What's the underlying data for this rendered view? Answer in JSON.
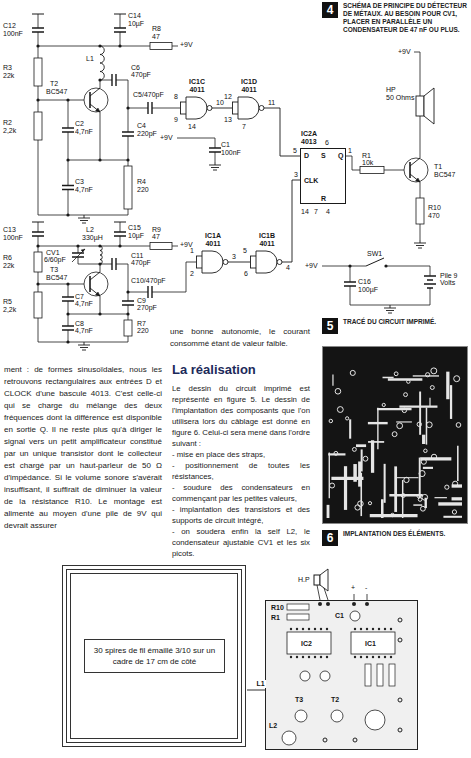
{
  "diagram": {
    "nodes": [
      {
        "text": [
          "4",
          "SCHÉMA DE PRINCIPE DU DÉTECTEUR DE MÉTAUX. AU BESOIN POUR CV1, PLACER EN PARALLÈLE UN CONDENSATEUR DE 47 nF OU PLUS."
        ]
      },
      {
        "text": [
          "IC1C",
          "4011"
        ]
      },
      {
        "text": [
          "IC1D",
          "4011"
        ]
      },
      {
        "text": [
          "IC1A",
          "4011"
        ]
      },
      {
        "text": [
          "IC1B",
          "4011"
        ]
      },
      {
        "text": [
          "IC2A",
          "4013",
          "D",
          "S",
          "Q",
          "CLK",
          "R"
        ]
      },
      {
        "text": [
          "5",
          "TRACÉ DU CIRCUIT IMPRIMÉ."
        ]
      },
      {
        "text": [
          "6",
          "IMPLANTATION DES ÉLÉMENTS."
        ]
      },
      {
        "text": [
          "30 spires de fil émaillé 3/10 sur un cadre de 17 cm de côté"
        ]
      },
      {
        "text": [
          "R10",
          "R1",
          "C1",
          "IC2",
          "IC1",
          "L2",
          "T2",
          "T3"
        ]
      }
    ],
    "edges": [
      {
        "from": 1,
        "to": 2,
        "arrow": "none"
      },
      {
        "from": 2,
        "to": 5,
        "arrow": "none"
      },
      {
        "from": 3,
        "to": 4,
        "arrow": "none"
      },
      {
        "from": 4,
        "to": 5,
        "arrow": "none"
      },
      {
        "from": 8,
        "to": 9,
        "arrow": "none",
        "label": "L1"
      }
    ],
    "labels": [
      "C12",
      "100nF",
      "R3",
      "22k",
      "R2",
      "2,2k",
      "T2",
      "BC547",
      "C2",
      "4,7nF",
      "C3",
      "4,7nF",
      "L1",
      "C14",
      "10µF",
      "R8",
      "47",
      "C6",
      "470pF",
      "C5/470pF",
      "C4",
      "220pF",
      "R4",
      "220",
      "+9V",
      "8",
      "9",
      "10",
      "12",
      "13",
      "11",
      "14",
      "7",
      "+9V",
      "C1",
      "100nF",
      "5",
      "6",
      "1",
      "3",
      "14",
      "7",
      "4",
      "+9V",
      "HP",
      "50 Ohms",
      "R1",
      "10k",
      "T1",
      "BC547",
      "R10",
      "470",
      "+9V",
      "SW1",
      "C16",
      "100µF",
      "Pile 9 Volts",
      "C13",
      "100nF",
      "R6",
      "22k",
      "R5",
      "2,2k",
      "CV1",
      "6/60pF",
      "L2",
      "330µH",
      "T3",
      "BC547",
      "C7",
      "4,7nF",
      "C8",
      "4,7nF",
      "C15",
      "10µF",
      "R9",
      "47",
      "+9V",
      "C11",
      "470pF",
      "C10/470pF",
      "C9",
      "270pF",
      "R7",
      "220",
      "1",
      "2",
      "3",
      "5",
      "6",
      "4",
      "ment : de formes sinusoïdales, nous les retrouvons rectangulaires aux entrées D et CLOCK d'une bascule 4013. C'est celle-ci qui se charge du mélange des deux fréquences dont la différence est disponible en sortie Q. Il ne reste plus qu'à diriger le signal vers un petit amplificateur constitué par un unique transistor dont le collecteur est chargé par un haut-parleur de 50 Ω d'impédance. Si le volume sonore s'avérait insuffisant, il suffirait de diminuer la valeur de la résistance R10. Le montage est alimenté au moyen d'une pile de 9V qui devrait assurer",
      "une bonne autonomie, le courant consommé étant de valeur faible.",
      "La réalisation",
      "Le dessin du circuit imprimé est représenté en figure 5. Le dessin de l'implantation des composants que l'on utilisera lors du câblage est donné en figure 6. Celui-ci sera mené dans l'ordre suivant :",
      "- mise en place des straps,",
      "- positionnement de toutes les résistances,",
      "- soudure des condensateurs en commençant par les petites valeurs,",
      "- implantation des transistors et des supports de circuit intégré,",
      "- on soudera enfin la self L2, le condensateur ajustable CV1 et les six picots.",
      "H.P",
      "+",
      "-"
    ]
  }
}
